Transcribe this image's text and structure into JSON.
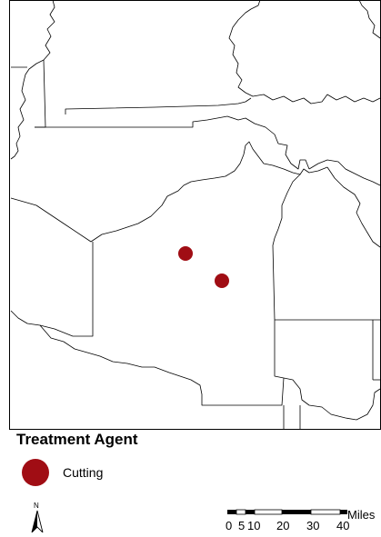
{
  "legend": {
    "title": "Treatment Agent",
    "items": [
      {
        "label": "Cutting",
        "color": "#a00d14"
      }
    ]
  },
  "north_arrow": {
    "label": "N",
    "icon": "north-arrow-icon"
  },
  "scale_bar": {
    "unit": "Miles",
    "tick_labels": [
      "0",
      "5",
      "10",
      "20",
      "30",
      "40"
    ]
  },
  "colors": {
    "boundary": "#000000",
    "background": "#ffffff",
    "treatment_site": "#a00d14"
  },
  "sites_count": 2
}
